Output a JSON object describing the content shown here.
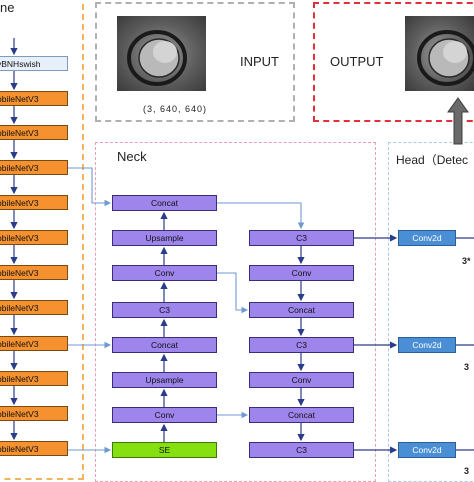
{
  "backbone": {
    "title": "ne",
    "first_block": "vBNHswish",
    "blocks": [
      "obileNetV3",
      "obileNetV3",
      "obileNetV3",
      "obileNetV3",
      "obileNetV3",
      "obileNetV3",
      "obileNetV3",
      "obileNetV3",
      "obileNetV3",
      "obileNetV3",
      "obileNetV3"
    ]
  },
  "input": {
    "label": "INPUT",
    "shape": "(3, 640, 640)"
  },
  "output": {
    "label": "OUTPUT"
  },
  "neck": {
    "title": "Neck",
    "left_column": [
      "Concat",
      "Upsample",
      "Conv",
      "C3",
      "Concat",
      "Upsample",
      "Conv",
      "SE"
    ],
    "right_column": [
      "C3",
      "Conv",
      "Concat",
      "C3",
      "Conv",
      "Concat",
      "C3"
    ]
  },
  "head": {
    "title": "Head（Detec",
    "blocks": [
      "Conv2d",
      "Conv2d",
      "Conv2d"
    ],
    "side_labels": [
      "3*",
      "3",
      "3"
    ]
  },
  "colors": {
    "backbone_border": "#f4b35c",
    "input_border": "#b0b0b0",
    "output_border": "#e0303a",
    "neck_border": "#e8a0b0",
    "head_border": "#a6cde8",
    "orange_block": "#f5922f",
    "purple_block": "#9d85ec",
    "green_block": "#86e010",
    "blue_block": "#4a8ed6",
    "arrow": "#2a3c8a",
    "skip_arrow": "#6f9ad0"
  }
}
